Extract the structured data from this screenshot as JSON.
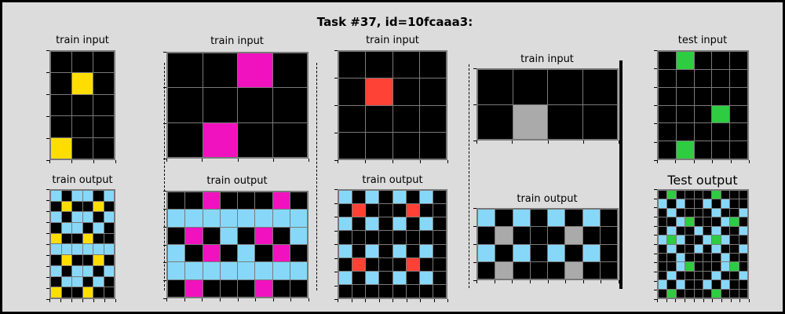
{
  "title": "Task #37, id=10fcaaa3:",
  "colors": {
    "0": "#000000",
    "4": "#ffdd00",
    "6": "#f012be",
    "2": "#ff4136",
    "5": "#aaaaaa",
    "3": "#2ecc40",
    "8": "#87d8f8",
    "background": "#dcdcdc"
  },
  "labels": {
    "ex1_in": "train input",
    "ex1_out": "train output",
    "ex2_in": "train input",
    "ex2_out": "train output",
    "ex3_in": "train input",
    "ex3_out": "train output",
    "ex4_in": "train input",
    "ex4_out": "train output",
    "test_in": "test input",
    "test_out": "Test output"
  },
  "grids": {
    "ex1_in": [
      [
        0,
        0,
        0
      ],
      [
        0,
        4,
        0
      ],
      [
        0,
        0,
        0
      ],
      [
        0,
        0,
        0
      ],
      [
        4,
        0,
        0
      ]
    ],
    "ex1_out": [
      [
        8,
        0,
        8,
        8,
        0,
        8
      ],
      [
        0,
        4,
        0,
        0,
        4,
        0
      ],
      [
        8,
        0,
        8,
        8,
        0,
        8
      ],
      [
        0,
        8,
        8,
        0,
        8,
        0
      ],
      [
        4,
        0,
        0,
        4,
        0,
        0
      ],
      [
        8,
        8,
        8,
        8,
        8,
        8
      ],
      [
        0,
        4,
        0,
        0,
        4,
        0
      ],
      [
        8,
        0,
        8,
        8,
        0,
        8
      ],
      [
        0,
        8,
        8,
        0,
        8,
        0
      ],
      [
        4,
        0,
        0,
        4,
        0,
        0
      ]
    ],
    "ex2_in": [
      [
        0,
        0,
        6,
        0
      ],
      [
        0,
        0,
        0,
        0
      ],
      [
        0,
        6,
        0,
        0
      ]
    ],
    "ex2_out": [
      [
        0,
        0,
        6,
        0,
        0,
        0,
        6,
        0
      ],
      [
        8,
        8,
        8,
        8,
        8,
        8,
        8,
        8
      ],
      [
        0,
        6,
        0,
        8,
        0,
        6,
        0,
        8
      ],
      [
        8,
        0,
        6,
        0,
        8,
        0,
        6,
        0
      ],
      [
        8,
        8,
        8,
        8,
        8,
        8,
        8,
        8
      ],
      [
        0,
        6,
        0,
        0,
        0,
        6,
        0,
        0
      ]
    ],
    "ex3_in": [
      [
        0,
        0,
        0,
        0
      ],
      [
        0,
        2,
        0,
        0
      ],
      [
        0,
        0,
        0,
        0
      ],
      [
        0,
        0,
        0,
        0
      ]
    ],
    "ex3_out": [
      [
        8,
        0,
        8,
        0,
        8,
        0,
        8,
        0
      ],
      [
        0,
        2,
        0,
        0,
        0,
        2,
        0,
        0
      ],
      [
        8,
        0,
        8,
        0,
        8,
        0,
        8,
        0
      ],
      [
        0,
        0,
        0,
        0,
        0,
        0,
        0,
        0
      ],
      [
        8,
        0,
        8,
        0,
        8,
        0,
        8,
        0
      ],
      [
        0,
        2,
        0,
        0,
        0,
        2,
        0,
        0
      ],
      [
        8,
        0,
        8,
        0,
        8,
        0,
        8,
        0
      ],
      [
        0,
        0,
        0,
        0,
        0,
        0,
        0,
        0
      ]
    ],
    "ex4_in": [
      [
        0,
        0,
        0,
        0
      ],
      [
        0,
        5,
        0,
        0
      ]
    ],
    "ex4_out": [
      [
        8,
        0,
        8,
        0,
        8,
        0,
        8,
        0
      ],
      [
        0,
        5,
        0,
        0,
        0,
        5,
        0,
        0
      ],
      [
        8,
        0,
        8,
        0,
        8,
        0,
        8,
        0
      ],
      [
        0,
        5,
        0,
        0,
        0,
        5,
        0,
        0
      ]
    ],
    "test_in": [
      [
        0,
        3,
        0,
        0,
        0
      ],
      [
        0,
        0,
        0,
        0,
        0
      ],
      [
        0,
        0,
        0,
        0,
        0
      ],
      [
        0,
        0,
        0,
        3,
        0
      ],
      [
        0,
        0,
        0,
        0,
        0
      ],
      [
        0,
        3,
        0,
        0,
        0
      ]
    ],
    "test_out": [
      [
        0,
        3,
        0,
        0,
        0,
        0,
        3,
        0,
        0,
        0
      ],
      [
        8,
        0,
        8,
        0,
        0,
        8,
        0,
        8,
        0,
        0
      ],
      [
        0,
        8,
        0,
        0,
        0,
        0,
        8,
        0,
        0,
        8
      ],
      [
        0,
        0,
        8,
        3,
        0,
        0,
        0,
        8,
        3,
        0
      ],
      [
        0,
        8,
        0,
        0,
        8,
        0,
        8,
        0,
        0,
        8
      ],
      [
        8,
        3,
        8,
        0,
        0,
        8,
        3,
        8,
        0,
        0
      ],
      [
        0,
        8,
        0,
        0,
        8,
        0,
        8,
        0,
        0,
        8
      ],
      [
        0,
        0,
        8,
        0,
        0,
        0,
        0,
        8,
        0,
        0
      ],
      [
        0,
        0,
        8,
        3,
        0,
        0,
        0,
        8,
        3,
        0
      ],
      [
        0,
        8,
        0,
        0,
        0,
        0,
        8,
        0,
        0,
        8
      ],
      [
        8,
        0,
        8,
        0,
        0,
        8,
        0,
        8,
        0,
        0
      ],
      [
        0,
        3,
        0,
        0,
        0,
        0,
        3,
        0,
        0,
        0
      ]
    ]
  }
}
